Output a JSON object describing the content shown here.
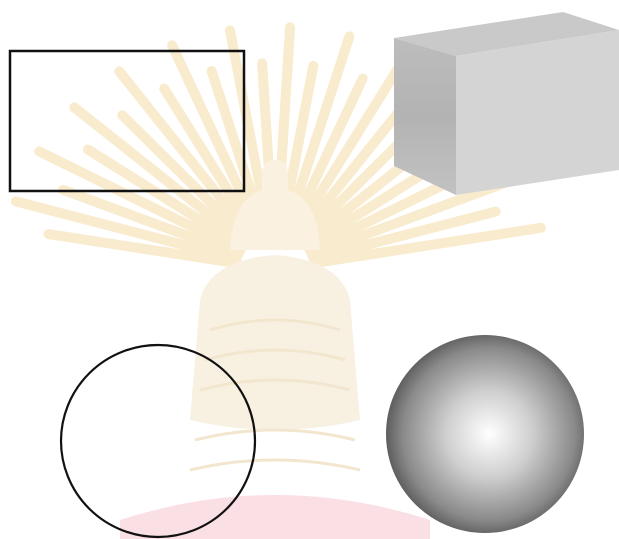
{
  "colors": {
    "background": "#ffffff",
    "watermark_gold": "#f5dca6",
    "watermark_pink": "#f6c6cf",
    "outline": "#111111",
    "box_front": "#b9b9b9",
    "box_top": "#c7c7c7",
    "box_side": "#d3d3d3",
    "sphere_highlight": "#ffffff",
    "sphere_shadow": "#2a2a2a"
  },
  "figures": {
    "flat_rectangle": {
      "shape": "rectangle",
      "style": "outline"
    },
    "solid_box": {
      "shape": "rectangular-prism",
      "style": "shaded"
    },
    "flat_circle": {
      "shape": "circle",
      "style": "outline"
    },
    "solid_sphere": {
      "shape": "sphere",
      "style": "radial-shaded"
    }
  },
  "watermark": {
    "icon": "sunburst-crest-watermark-icon"
  }
}
